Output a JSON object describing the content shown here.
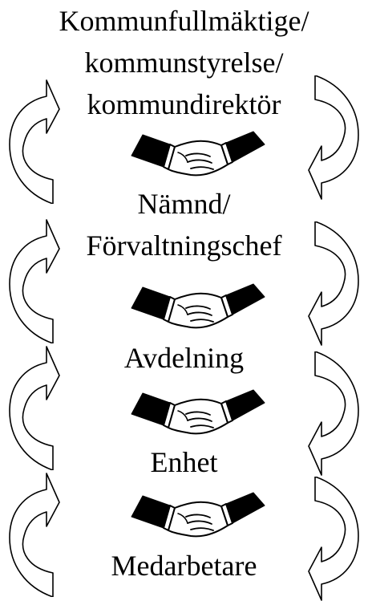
{
  "levels": [
    "Kommunfullmäktige/",
    "kommunstyrelse/",
    "kommundirektör",
    "Nämnd/",
    "Förvaltningschef",
    "Avdelning",
    "Enhet",
    "Medarbetare"
  ],
  "icons": {
    "handshake": "handshake-icon",
    "arrow_up": "curved-arrow-up-icon",
    "arrow_down": "curved-arrow-down-icon"
  },
  "colors": {
    "ink": "#000000",
    "background": "#ffffff"
  }
}
